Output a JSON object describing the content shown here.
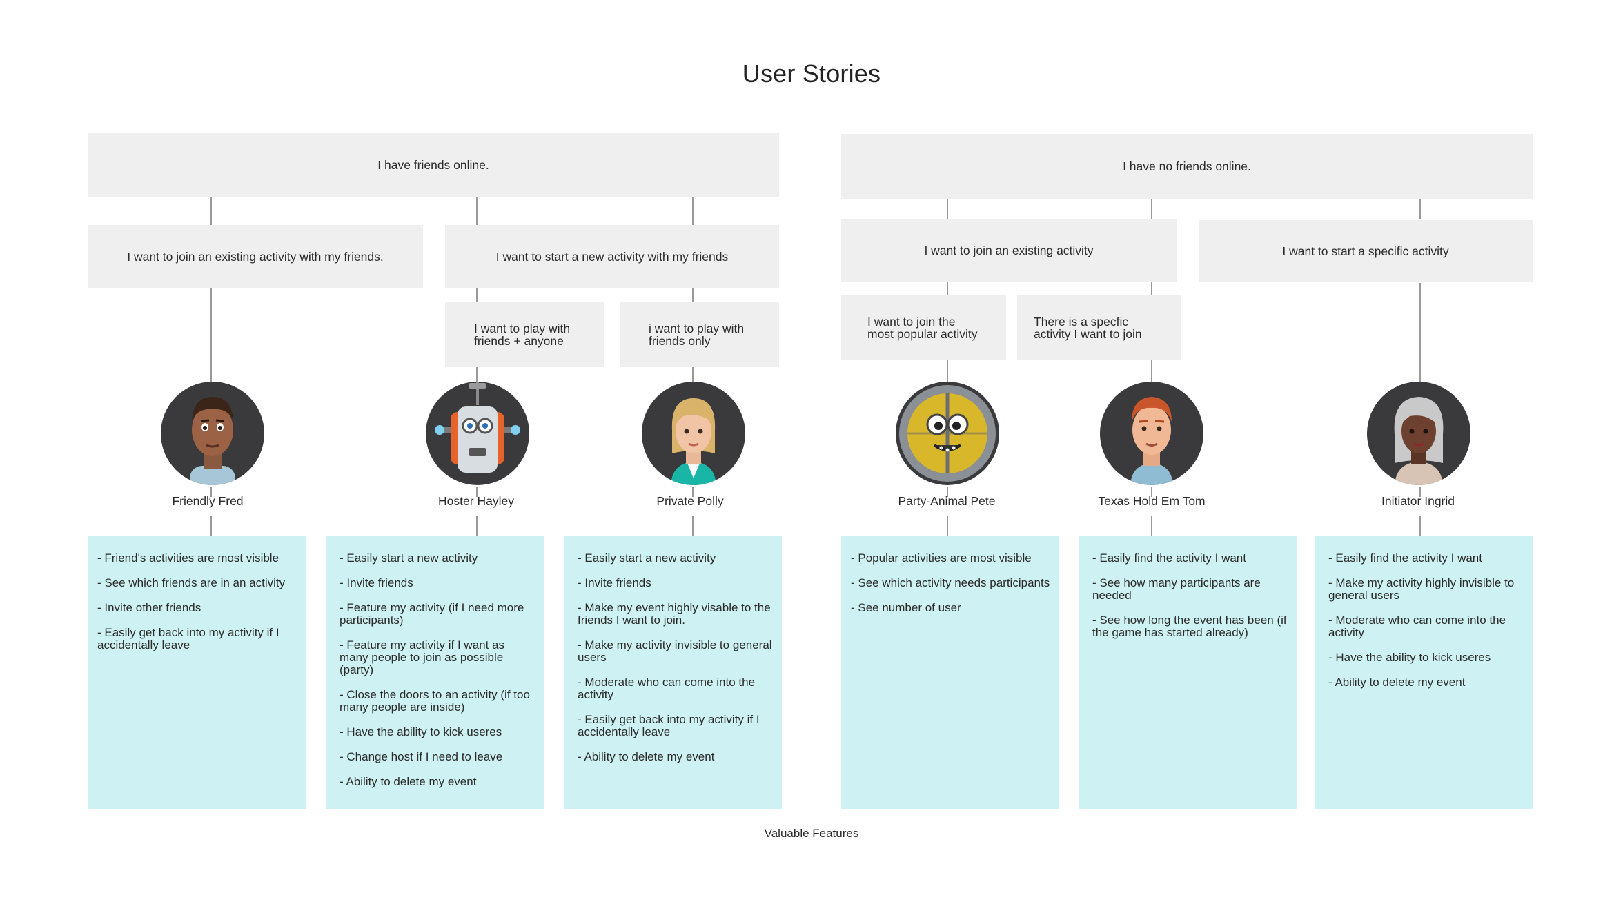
{
  "title": "User Stories",
  "groups": [
    {
      "label": "I have friends online.",
      "needs": [
        {
          "label": "I want to join an existing activity with my friends."
        },
        {
          "label": "I want to start a new activity with my friends",
          "sub": [
            "I want to play with friends + anyone",
            "i want to play with friends only"
          ]
        }
      ]
    },
    {
      "label": "I have no friends online.",
      "needs": [
        {
          "label": "I want to join an existing activity",
          "sub": [
            "I want to join the most popular activity",
            "There is a specfic activity I want to join"
          ]
        },
        {
          "label": "I want to start a specific activity"
        }
      ]
    }
  ],
  "personas": [
    {
      "name": "Friendly Fred",
      "icon": "friendly-fred-avatar",
      "features": [
        "- Friend's activities are most visible",
        "- See which friends are in an activity",
        "- Invite other friends",
        "- Easily get back into my activity if I accidentally leave"
      ]
    },
    {
      "name": "Hoster Hayley",
      "icon": "robot-avatar",
      "features": [
        "- Easily start a new activity",
        "- Invite friends",
        "- Feature my activity (if I need more participants)",
        "- Feature my activity if I want as many people to join as possible (party)",
        "- Close the doors to an activity (if too many people are inside)",
        "- Have the ability to kick useres",
        "- Change host if I need to leave",
        "- Ability to delete my event"
      ]
    },
    {
      "name": "Private Polly",
      "icon": "private-polly-avatar",
      "features": [
        "- Easily start a new activity",
        "- Invite friends",
        "- Make my event highly visable to the friends I want to join.",
        "- Make my activity invisible to general users",
        "- Moderate who can come into the activity",
        "- Easily get back into my activity if I accidentally leave",
        "- Ability to delete my event"
      ]
    },
    {
      "name": "Party-Animal Pete",
      "icon": "party-animal-avatar",
      "features": [
        "- Popular activities are most visible",
        "- See which activity needs participants",
        "- See number of user"
      ]
    },
    {
      "name": "Texas Hold Em Tom",
      "icon": "texas-tom-avatar",
      "features": [
        "- Easily find the activity I want",
        "- See how many participants are needed",
        "- See how long the event has been (if the game has started already)"
      ]
    },
    {
      "name": "Initiator Ingrid",
      "icon": "initiator-ingrid-avatar",
      "features": [
        "- Easily find the activity I want",
        "- Make my activity highly invisible to general users",
        "- Moderate who can come into the activity",
        "- Have the ability to kick useres",
        "- Ability to delete my event"
      ]
    }
  ],
  "footer": "Valuable Features",
  "colors": {
    "box": "#efefef",
    "feature_box": "#cef2f4",
    "avatar_bg": "#3a3a3d",
    "connector": "#9a9a9a"
  }
}
